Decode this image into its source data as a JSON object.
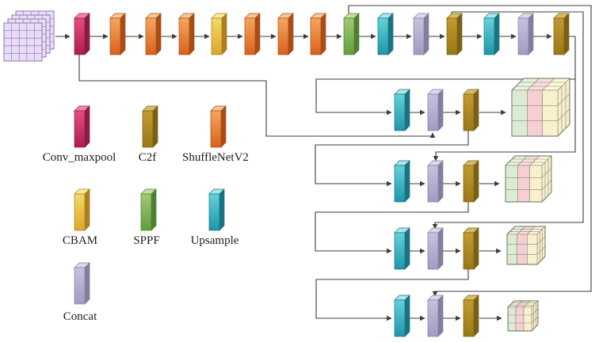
{
  "figure": {
    "background": "#ffffff",
    "line_color": "#3d3d3d",
    "legend": {
      "items": [
        {
          "id": "conv_maxpool",
          "label": "Conv_maxpool",
          "color": "#c22059"
        },
        {
          "id": "c2f",
          "label": "C2f",
          "color": "#ab8a25"
        },
        {
          "id": "shufflenetv2",
          "label": "ShuffleNetV2",
          "color": "#e2813b"
        },
        {
          "id": "cbam",
          "label": "CBAM",
          "color": "#e8bc45"
        },
        {
          "id": "sppf",
          "label": "SPPF",
          "color": "#7fb355"
        },
        {
          "id": "upsample",
          "label": "Upsample",
          "color": "#3db4c2"
        },
        {
          "id": "concat",
          "label": "Concat",
          "color": "#b3aed3"
        }
      ]
    },
    "block_styles": {
      "conv_maxpool": {
        "face": [
          "#e34e7e",
          "#ae1c52"
        ],
        "top": "#ef86a8",
        "side": "#8c1b45"
      },
      "shufflenetv2": {
        "face": [
          "#f3a75f",
          "#d8611d"
        ],
        "top": "#f6c695",
        "side": "#aa4c15"
      },
      "cbam": {
        "face": [
          "#f3d968",
          "#dda62b"
        ],
        "top": "#f8ea9f",
        "side": "#ab7f1f"
      },
      "c2f": {
        "face": [
          "#c29a30",
          "#997818"
        ],
        "top": "#d6bc66",
        "side": "#7a6015"
      },
      "sppf": {
        "face": [
          "#a2c873",
          "#619e3e"
        ],
        "top": "#c6dda6",
        "side": "#4e7f31"
      },
      "upsample": {
        "face": [
          "#62d2da",
          "#1f95a9"
        ],
        "top": "#abe6ea",
        "side": "#187383"
      },
      "concat": {
        "face": [
          "#c6c2dc",
          "#a09bc5"
        ],
        "top": "#dcd9ea",
        "side": "#837e9f"
      }
    },
    "backbone_sequence": [
      "conv_maxpool",
      "shufflenetv2",
      "shufflenetv2",
      "shufflenetv2",
      "cbam",
      "shufflenetv2",
      "shufflenetv2",
      "shufflenetv2",
      "sppf",
      "upsample",
      "concat",
      "c2f",
      "upsample",
      "concat",
      "c2f"
    ],
    "head_rows": [
      {
        "blocks": [
          "upsample",
          "concat",
          "c2f"
        ],
        "output": "feature-cube-xlarge"
      },
      {
        "blocks": [
          "upsample",
          "concat",
          "c2f"
        ],
        "output": "feature-cube-large"
      },
      {
        "blocks": [
          "upsample",
          "concat",
          "c2f"
        ],
        "output": "feature-cube-medium"
      },
      {
        "blocks": [
          "upsample",
          "concat",
          "c2f"
        ],
        "output": "feature-cube-small"
      }
    ],
    "input_tensor": {
      "layers": 4,
      "grid": 5,
      "fill": "#e8ddf4",
      "grid_color": "#a284c6",
      "edge_color": "#8f72b5"
    },
    "output_cubes": {
      "front": [
        "#dcebd4",
        "#f5cfd4",
        "#f9f1cd"
      ],
      "top": [
        "#e7f2e0",
        "#f9dce0",
        "#fcf6dc"
      ],
      "side": "#f6eeca",
      "grid_color": "#8b8a72",
      "edge_color": "#6e6d58"
    }
  }
}
